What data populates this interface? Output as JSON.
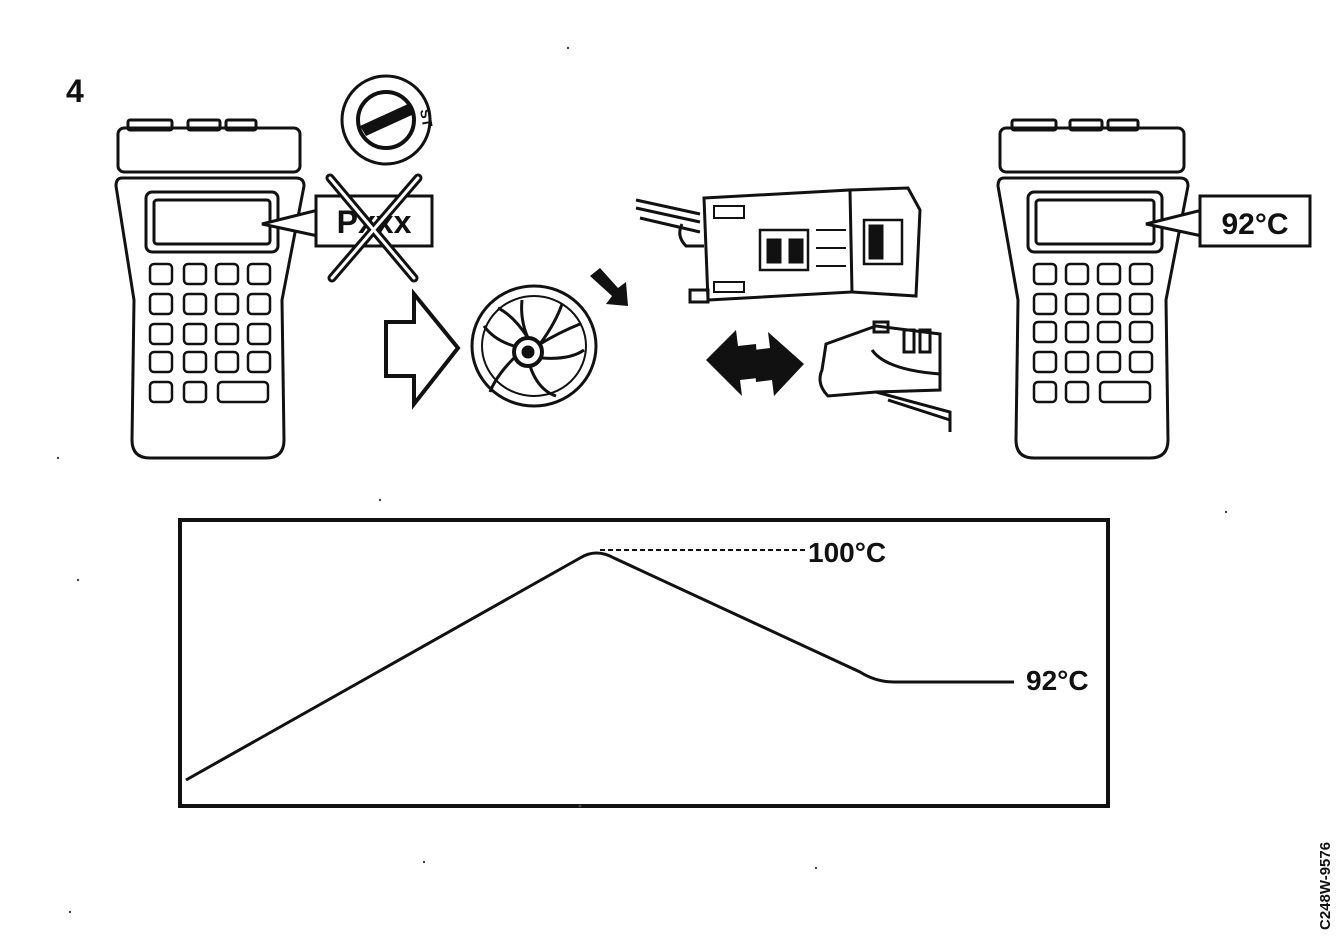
{
  "step": {
    "number": "4"
  },
  "scanner_left": {
    "display_code": "Pxxx",
    "crossed_out": true
  },
  "ignition": {
    "position_label": "ST"
  },
  "scanner_right": {
    "display_value": "92°C"
  },
  "temperature_graph": {
    "peak_label": "100°C",
    "steady_label": "92°C"
  },
  "figure_id": "C248W-9576"
}
